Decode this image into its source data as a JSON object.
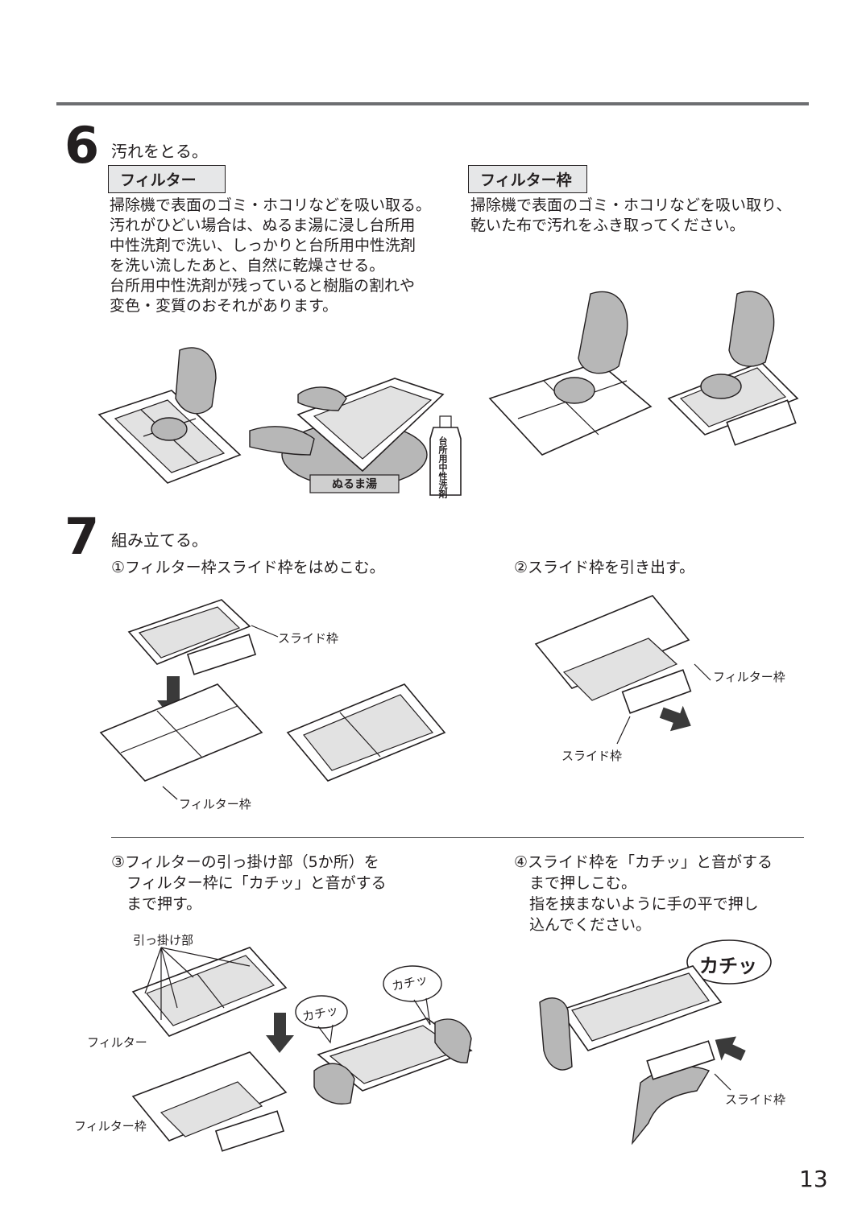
{
  "step6": {
    "number": "6",
    "title": "汚れをとる。",
    "filter": {
      "tag": "フィルター",
      "text": "掃除機で表面のゴミ・ホコリなどを吸い取る。\n汚れがひどい場合は、ぬるま湯に浸し台所用\n中性洗剤で洗い、しっかりと台所用中性洗剤\nを洗い流したあと、自然に乾燥させる。\n台所用中性洗剤が残っていると樹脂の割れや\n変色・変質のおそれがあります。"
    },
    "frame": {
      "tag": "フィルター枠",
      "text": "掃除機で表面のゴミ・ホコリなどを吸い取り、\n乾いた布で汚れをふき取ってください。"
    },
    "basin_label": "ぬるま湯",
    "bottle_label": "台所用中性洗剤"
  },
  "step7": {
    "number": "7",
    "title": "組み立てる。",
    "sub1": "①フィルター枠スライド枠をはめこむ。",
    "sub2": "②スライド枠を引き出す。",
    "sub3": "③フィルターの引っ掛け部（5か所）を\n　フィルター枠に「カチッ」と音がする\n　まで押す。",
    "sub4": "④スライド枠を「カチッ」と音がする\n　まで押しこむ。\n　指を挟まないように手の平で押し\n　込んでください。",
    "callouts": {
      "slide_frame_1": "スライド枠",
      "filter_frame_1": "フィルター枠",
      "filter_frame_2": "フィルター枠",
      "slide_frame_2": "スライド枠",
      "hook": "引っ掛け部",
      "filter": "フィルター",
      "filter_frame_3": "フィルター枠",
      "click_1": "カチッ",
      "click_2": "カチッ",
      "click_3": "カチッ",
      "slide_frame_3": "スライド枠"
    }
  },
  "page_number": "13"
}
